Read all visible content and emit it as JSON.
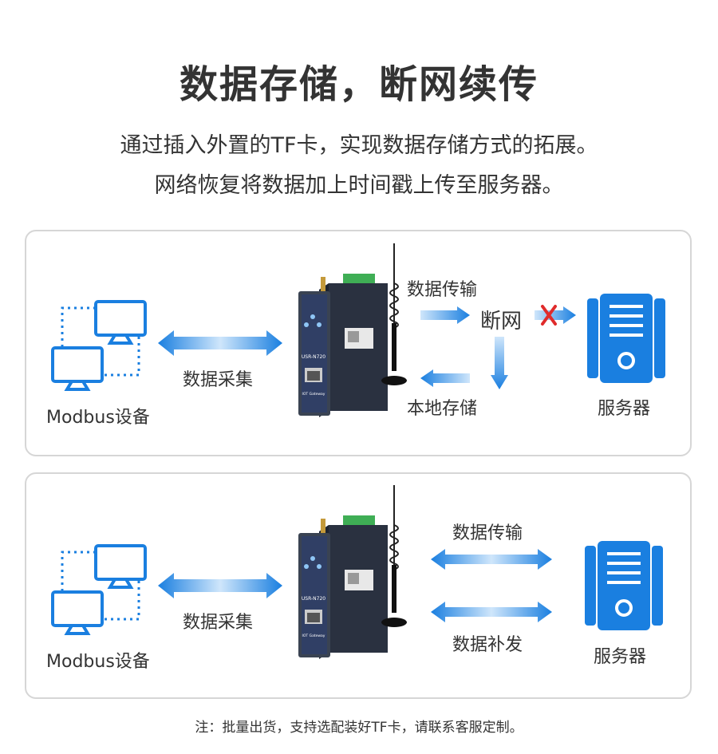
{
  "header": {
    "title": "数据存储，断网续传",
    "line1": "通过插入外置的TF卡，实现数据存储方式的拓展。",
    "line2": "网络恢复将数据加上时间戳上传至服务器。"
  },
  "panel_offline": {
    "device_label": "Modbus设备",
    "collect_label": "数据采集",
    "transfer_label": "数据传输",
    "disconnect_label": "断网",
    "local_storage_label": "本地存储",
    "server_label": "服务器",
    "gateway_model": "USR-N720",
    "gateway_sub": "IOT Gateway"
  },
  "panel_online": {
    "device_label": "Modbus设备",
    "collect_label": "数据采集",
    "transfer_label": "数据传输",
    "resend_label": "数据补发",
    "server_label": "服务器",
    "gateway_model": "USR-N720",
    "gateway_sub": "IOT Gateway"
  },
  "footnote": "注：批量出货，支持选配装好TF卡，请联系客服定制。",
  "colors": {
    "accent_blue": "#1a7fe0",
    "light_blue": "#8fc6f5",
    "cross_red": "#e02b2b",
    "device_body": "#3a4352",
    "terminal_green": "#3fae55"
  },
  "icons": [
    "monitor-icon",
    "server-icon",
    "gateway-device",
    "antenna-icon",
    "cross-icon"
  ]
}
